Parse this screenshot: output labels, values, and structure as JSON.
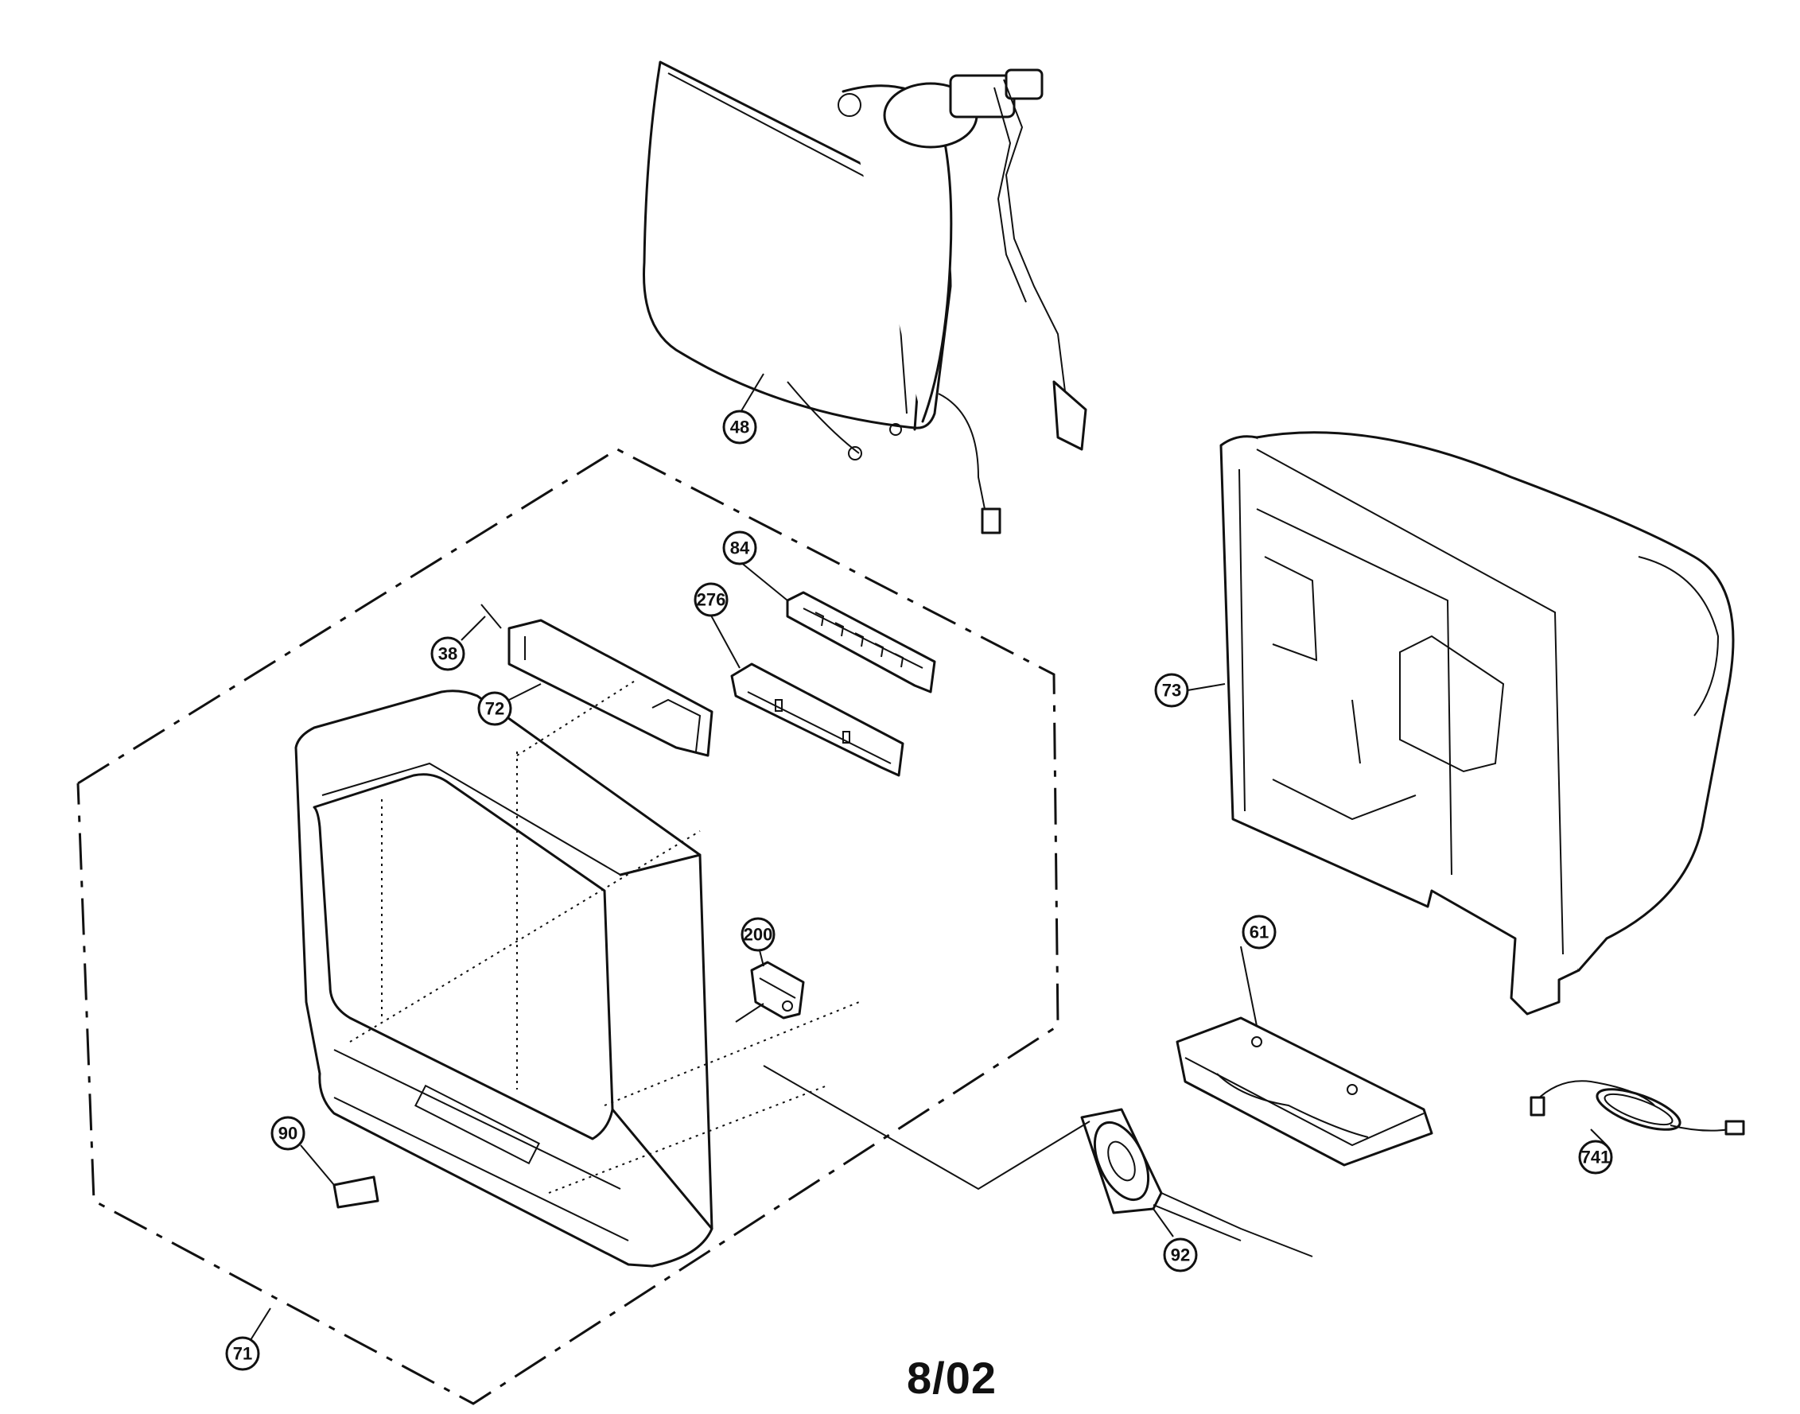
{
  "callouts": {
    "crt_tube": "48",
    "control_board": "84",
    "button_bracket": "276",
    "screw": "38",
    "top_panel": "72",
    "back_cover": "73",
    "power_switch": "200",
    "front_cabinet_set": "71",
    "badge": "90",
    "bottom_bracket": "61",
    "speaker": "92",
    "power_cord": "741"
  },
  "footer": {
    "date": "8/02"
  }
}
